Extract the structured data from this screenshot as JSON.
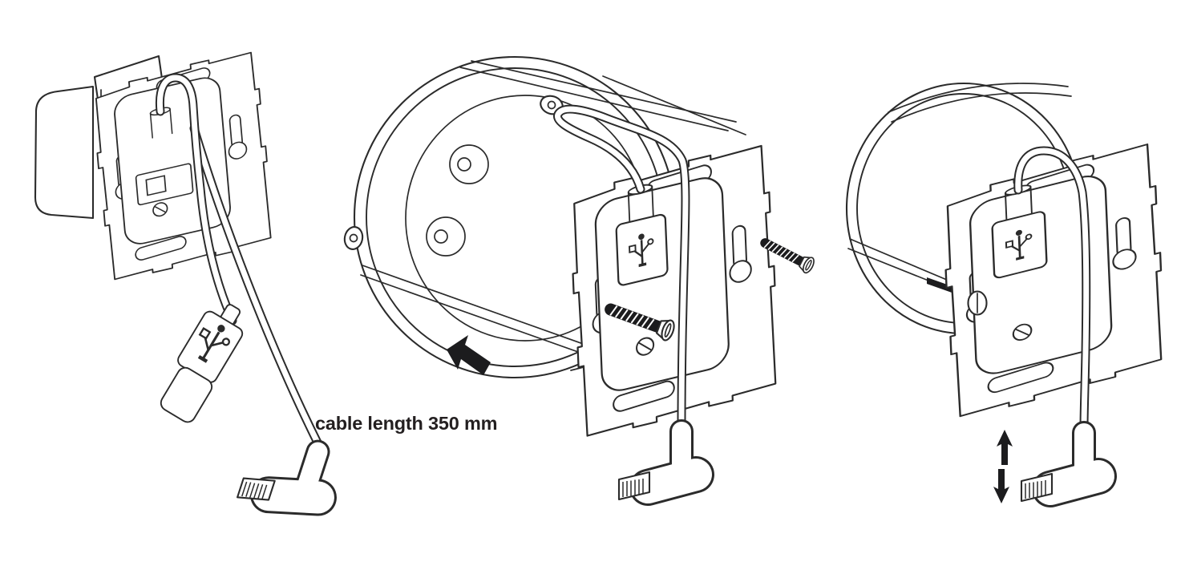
{
  "page": {
    "background_color": "#ffffff",
    "line_color": "#2b2b2b",
    "arrow_color": "#1c1c1e"
  },
  "labels": {
    "cable_length": "cable length 350 mm"
  },
  "figures": {
    "step1": {
      "name": "insert rear view with charging cable",
      "icons": [
        "usb-trident-icon",
        "usb-a-connector",
        "lightning-connector"
      ]
    },
    "step2": {
      "name": "inserting into round flush-mount wall box",
      "icons": [
        "arrow-left-icon",
        "screw",
        "screw",
        "usb-trident-icon",
        "lightning-connector"
      ]
    },
    "step3": {
      "name": "mounted insert with movable connector",
      "icons": [
        "arrow-up-icon",
        "arrow-down-icon",
        "usb-trident-icon",
        "lightning-connector"
      ]
    }
  }
}
